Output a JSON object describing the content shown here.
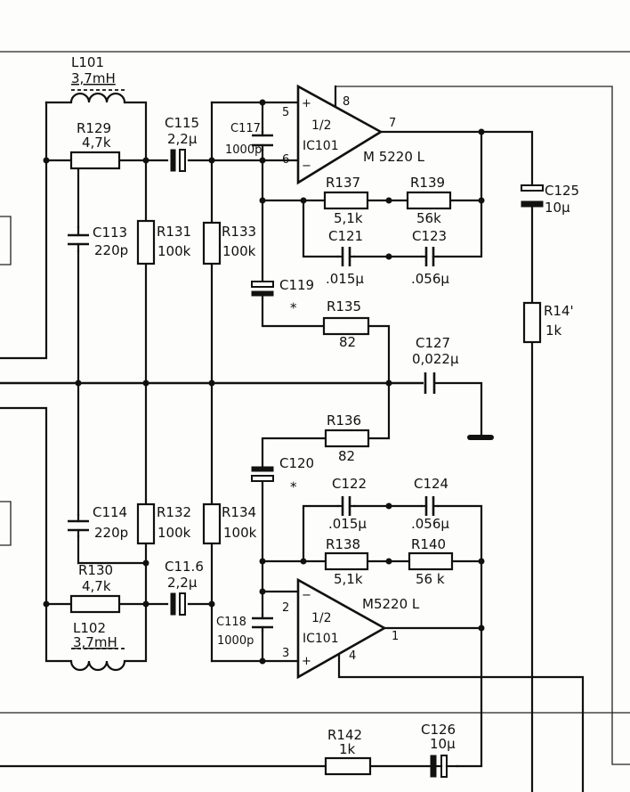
{
  "components": {
    "L101": {
      "ref": "L101",
      "value": "3,7mH"
    },
    "L102": {
      "ref": "L102",
      "value": "3,7mH"
    },
    "R129": {
      "ref": "R129",
      "value": "4,7k"
    },
    "R130": {
      "ref": "R130",
      "value": "4,7k"
    },
    "R131": {
      "ref": "R131",
      "value": "100k"
    },
    "R132": {
      "ref": "R132",
      "value": "100k"
    },
    "R133": {
      "ref": "R133",
      "value": "100k"
    },
    "R134": {
      "ref": "R134",
      "value": "100k"
    },
    "R135": {
      "ref": "R135",
      "value": "82"
    },
    "R136": {
      "ref": "R136",
      "value": "82"
    },
    "R137": {
      "ref": "R137",
      "value": "5,1k"
    },
    "R138": {
      "ref": "R138",
      "value": "5,1k"
    },
    "R139": {
      "ref": "R139",
      "value": "56k"
    },
    "R140": {
      "ref": "R140",
      "value": "56 k"
    },
    "R141": {
      "ref": "R14'",
      "value": "1k"
    },
    "R142": {
      "ref": "R142",
      "value": "1k"
    },
    "C113": {
      "ref": "C113",
      "value": "220p"
    },
    "C114": {
      "ref": "C114",
      "value": "220p"
    },
    "C115": {
      "ref": "C115",
      "value": "2,2µ"
    },
    "C116": {
      "ref": "C11.6",
      "value": "2,2µ"
    },
    "C117": {
      "ref": "C117",
      "value": "1000p"
    },
    "C118": {
      "ref": "C118",
      "value": "1000p"
    },
    "C119": {
      "ref": "C119",
      "value": "⁎"
    },
    "C120": {
      "ref": "C120",
      "value": "⁎"
    },
    "C121": {
      "ref": "C121",
      "value": ".015µ"
    },
    "C122": {
      "ref": "C122",
      "value": ".015µ"
    },
    "C123": {
      "ref": "C123",
      "value": ".056µ"
    },
    "C124": {
      "ref": "C124",
      "value": ".056µ"
    },
    "C125": {
      "ref": "C125",
      "value": "10µ"
    },
    "C126": {
      "ref": "C126",
      "value": "10µ"
    },
    "C127": {
      "ref": "C127",
      "value": "0,022µ"
    }
  },
  "ic_top": {
    "half": "1/2",
    "ref": "IC101",
    "part": "M 5220 L",
    "pins": {
      "plus": "5",
      "minus": "6",
      "out": "7",
      "supply": "8"
    },
    "sign_plus": "+",
    "sign_minus": "−"
  },
  "ic_bottom": {
    "half": "1/2",
    "ref": "IC101",
    "part": "M5220 L",
    "pins": {
      "minus": "2",
      "plus": "3",
      "out": "1",
      "supply": "4"
    },
    "sign_plus": "+",
    "sign_minus": "−"
  }
}
